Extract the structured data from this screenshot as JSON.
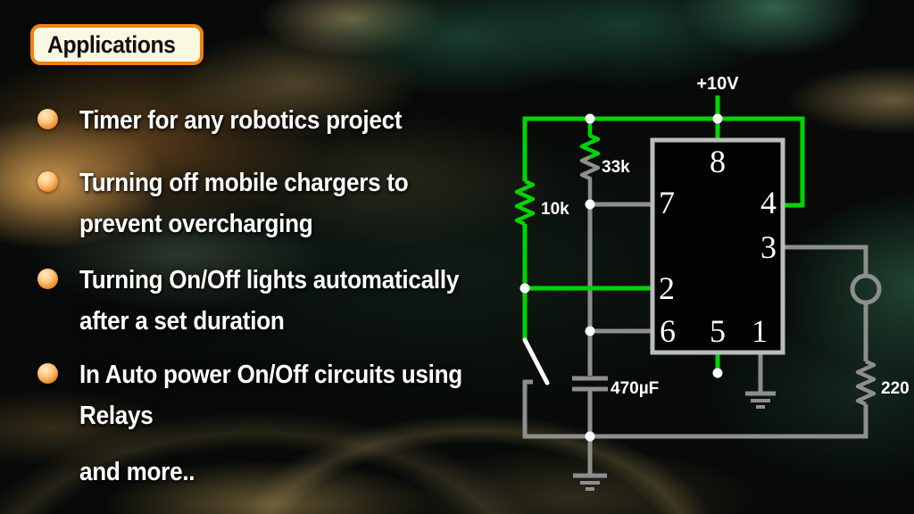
{
  "title": {
    "label": "Applications"
  },
  "bullets": {
    "items": [
      {
        "text": "Timer for any robotics project"
      },
      {
        "text": "Turning off mobile chargers to\nprevent overcharging"
      },
      {
        "text": "Turning On/Off lights automatically\nafter a set duration"
      },
      {
        "text": "In Auto power On/Off circuits using\nRelays"
      }
    ],
    "footer": "and more.."
  },
  "circuit": {
    "supply_label": "+10V",
    "resistor_top_label": "33k",
    "resistor_left_label": "10k",
    "capacitor_label": "470µF",
    "resistor_out_label": "220",
    "pins": {
      "p8": "8",
      "p7": "7",
      "p4": "4",
      "p3": "3",
      "p2": "2",
      "p6": "6",
      "p5": "5",
      "p1": "1"
    }
  },
  "colors": {
    "accent_orange": "#f08210",
    "title_bg": "#fbf8e2",
    "wire_green": "#00d400",
    "wire_gray": "#8e8e8e",
    "ic_border": "#bcbcbc",
    "text_white": "#ffffff",
    "bg_teal": "#1d4034",
    "bg_tan": "#c99a4e"
  }
}
